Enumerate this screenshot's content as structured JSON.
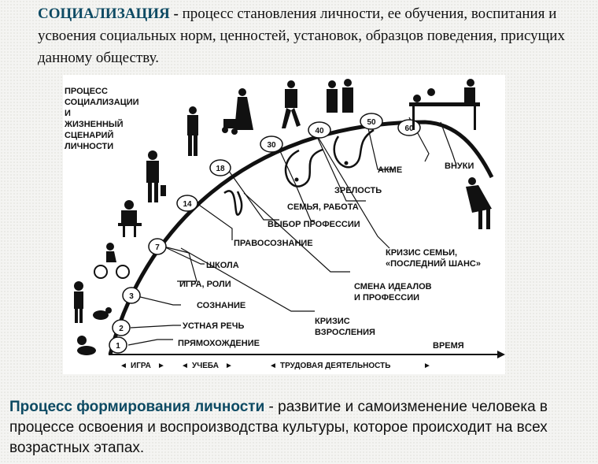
{
  "top": {
    "term": "СОЦИАЛИЗАЦИЯ",
    "dash": " - ",
    "text": "процесс становления личности, ее обучения, воспитания и усвоения социальных норм, ценностей, установок, образцов поведения, присущих данному обществу."
  },
  "diagram": {
    "title_lines": [
      "ПРОЦЕСС",
      "СОЦИАЛИЗАЦИИ",
      "И",
      "ЖИЗНЕННЫЙ",
      "СЦЕНАРИЙ",
      "ЛИЧНОСТИ"
    ],
    "ages": [
      "1",
      "2",
      "3",
      "7",
      "14",
      "18",
      "30",
      "40",
      "50",
      "60"
    ],
    "stages": {
      "walking": "ПРЯМОХОЖДЕНИЕ",
      "speech": "УСТНАЯ РЕЧЬ",
      "consciousness": "СОЗНАНИЕ",
      "play_roles": "ИГРА, РОЛИ",
      "school": "ШКОЛА",
      "legal_consciousness": "ПРАВОСОЗНАНИЕ",
      "profession_choice": "ВЫБОР ПРОФЕССИИ",
      "family_work": "СЕМЬЯ, РАБОТА",
      "maturity": "ЗРЕЛОСТЬ",
      "acme": "АКМЕ",
      "grandchildren": "ВНУКИ",
      "adulthood_crisis_1": "КРИЗИС",
      "adulthood_crisis_2": "ВЗРОСЛЕНИЯ",
      "ideals_change_1": "СМЕНА ИДЕАЛОВ",
      "ideals_change_2": "И ПРОФЕССИИ",
      "family_crisis_1": "КРИЗИС СЕМЬИ,",
      "family_crisis_2": "«ПОСЛЕДНИЙ ШАНС»"
    },
    "time_label": "ВРЕМЯ",
    "periods": [
      "ИГРА",
      "УЧЕБА",
      "ТРУДОВАЯ ДЕЯТЕЛЬНОСТЬ"
    ]
  },
  "bottom": {
    "term": "Процесс формирования личности",
    "dash": " - ",
    "text": "развитие и самоизменение человека в процессе освоения и воспроизводства культуры, которое происходит на всех возрастных этапах."
  }
}
